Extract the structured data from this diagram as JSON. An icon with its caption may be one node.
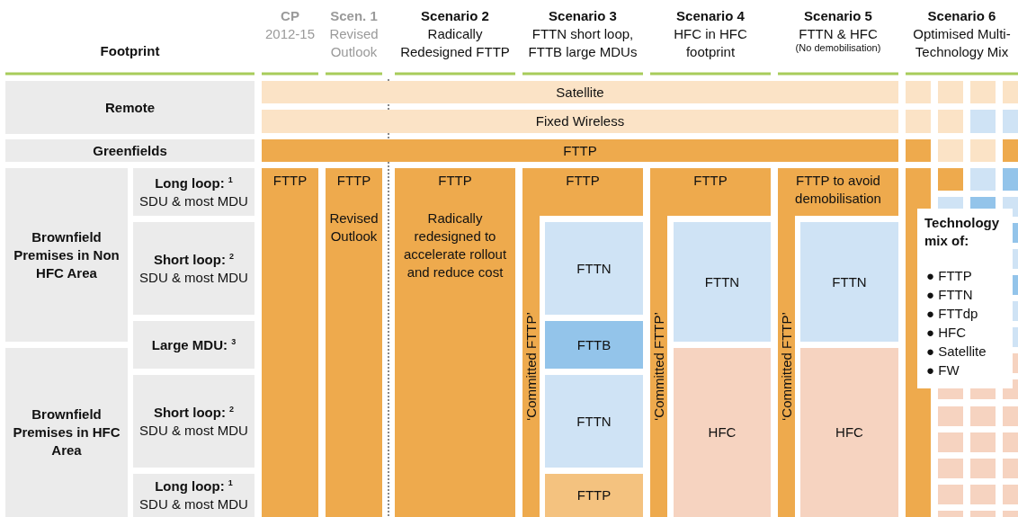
{
  "diagram": {
    "nodes": [
      {
        "text": [
          "Remote"
        ]
      },
      {
        "text": [
          "Satellite"
        ]
      },
      {
        "text": [
          "Fixed Wireless"
        ]
      },
      {
        "text": [
          "Greenfields"
        ]
      },
      {
        "text": [
          "FTTP"
        ]
      },
      {
        "text": [
          "Brownfield Premises in Non HFC Area"
        ]
      },
      {
        "text": [
          "Long loop: $^{1}$",
          "SDU & most MDU"
        ]
      },
      {
        "text": [
          "Short loop: $^{2}$",
          "SDU & most MDU"
        ]
      },
      {
        "text": [
          "Large MDU: $^{3}$"
        ]
      },
      {
        "text": [
          "Brownfield Premises in HFC Area"
        ]
      },
      {
        "text": [
          "Short loop: $^{2}$",
          "SDU & most MDU"
        ]
      },
      {
        "text": [
          "Long loop: $^{1}$",
          "SDU & most MDU"
        ]
      },
      {
        "text": [
          "FTTP"
        ]
      },
      {
        "text": [
          "FTTP",
          "Revised Outlook"
        ]
      },
      {
        "text": [
          "FTTP",
          "Radically redesigned to accelerate rollout and reduce cost"
        ]
      },
      {
        "text": [
          "FTTP"
        ]
      },
      {
        "text": [
          "‘Committed FTTP’"
        ]
      },
      {
        "text": [
          "FTTN"
        ]
      },
      {
        "text": [
          "FTTB"
        ]
      },
      {
        "text": [
          "FTTN"
        ]
      },
      {
        "text": [
          "FTTP"
        ]
      },
      {
        "text": [
          "FTTP"
        ]
      },
      {
        "text": [
          "‘Committed FTTP’"
        ]
      },
      {
        "text": [
          "FTTN"
        ]
      },
      {
        "text": [
          "HFC"
        ]
      },
      {
        "text": [
          "FTTP to avoid demobilisation"
        ]
      },
      {
        "text": [
          "‘Committed FTTP’"
        ]
      },
      {
        "text": [
          "FTTN"
        ]
      },
      {
        "text": [
          "HFC"
        ]
      },
      {
        "text": [
          "Technology mix of:",
          "● FTTP",
          "● FTTN",
          "● FTTdp",
          "● HFC",
          "● Satellite",
          "● FW"
        ]
      }
    ],
    "edges": [],
    "labels": [
      "Footprint",
      "CP",
      "2012-15",
      "Scen. 1",
      "Revised Outlook",
      "Scenario 2",
      "Radically Redesigned FTTP",
      "Scenario 3",
      "FTTN short loop, FTTB large MDUs",
      "Scenario 4",
      "HFC in HFC footprint",
      "Scenario 5",
      "FTTN & HFC",
      "(No demobilisation)",
      "Scenario 6",
      "Optimised Multi-Technology Mix"
    ]
  }
}
